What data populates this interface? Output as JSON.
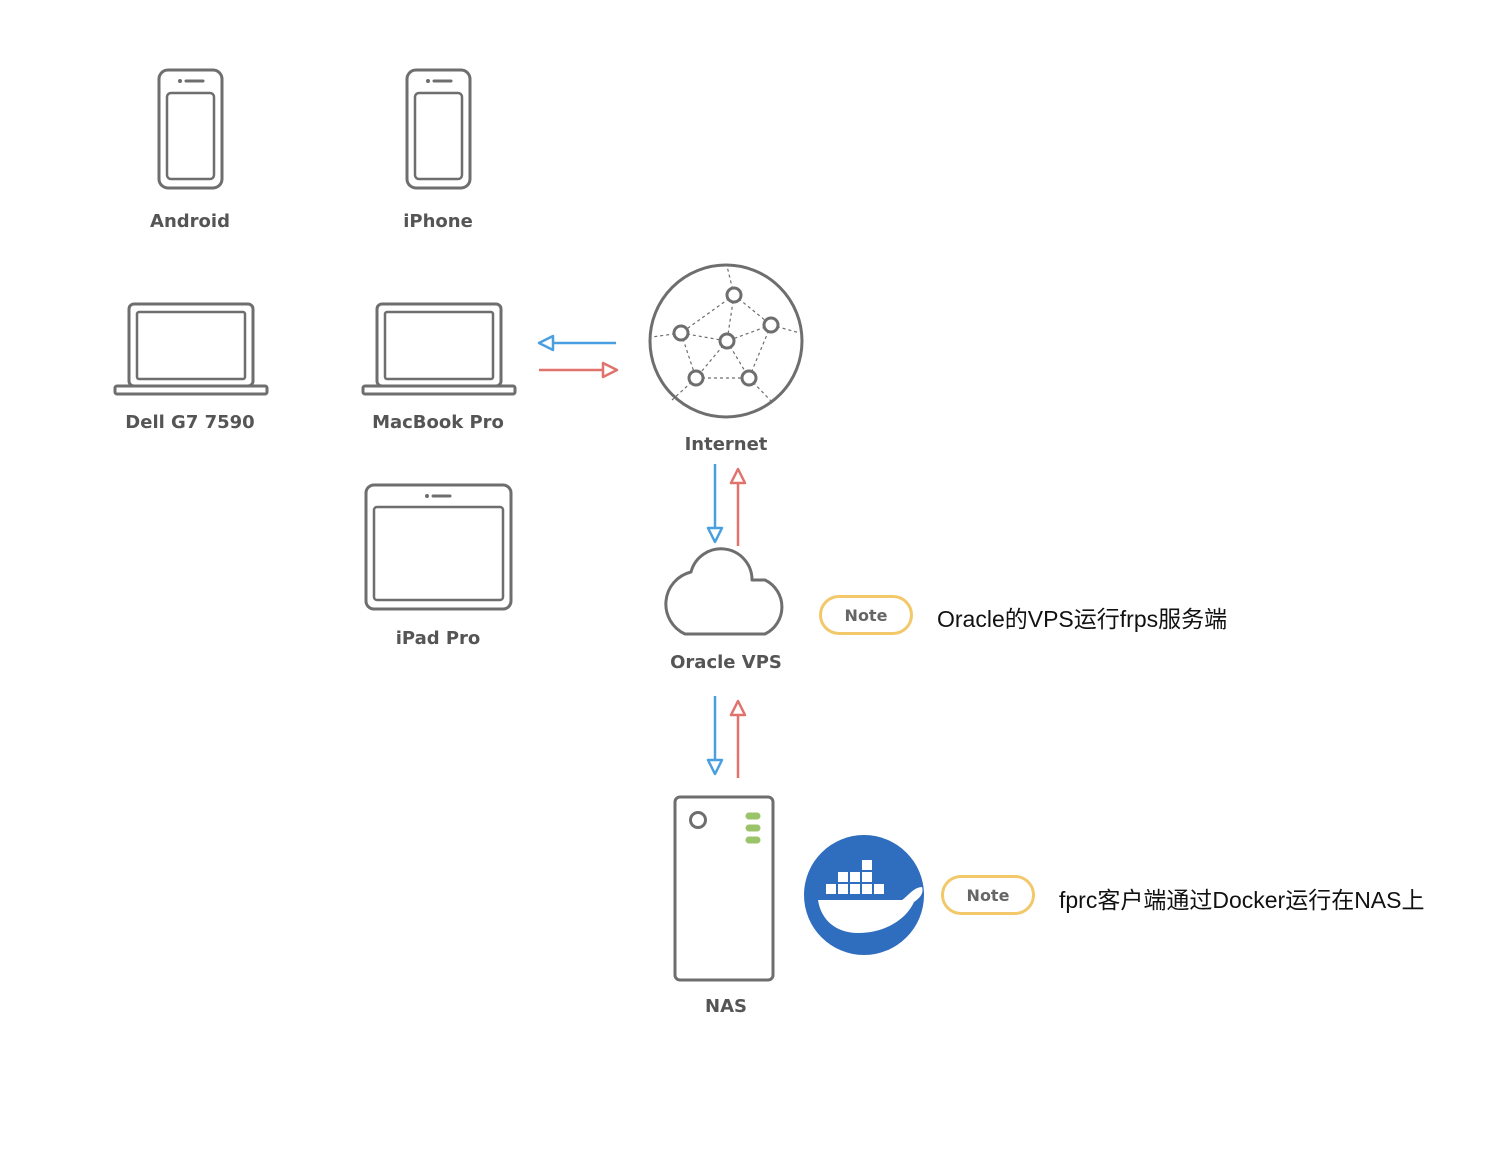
{
  "nodes": {
    "android": "Android",
    "iphone": "iPhone",
    "dell": "Dell G7 7590",
    "macbook": "MacBook Pro",
    "ipad": "iPad Pro",
    "internet": "Internet",
    "vps": "Oracle VPS",
    "nas": "NAS"
  },
  "notes": [
    {
      "badge": "Note",
      "text": "Oracle的VPS运行frps服务端"
    },
    {
      "badge": "Note",
      "text": "fprc客户端通过Docker运行在NAS上"
    }
  ],
  "icons": {
    "phone_android": "smartphone-icon",
    "phone_iphone": "smartphone-icon",
    "laptop_dell": "laptop-icon",
    "laptop_macbook": "laptop-icon",
    "tablet_ipad": "tablet-icon",
    "internet": "network-globe-icon",
    "vps": "cloud-icon",
    "nas": "nas-server-icon",
    "docker": "docker-whale-icon"
  },
  "colors": {
    "outline": "#6e6e6e",
    "arrow_in": "#4a9fe0",
    "arrow_out": "#e0736b",
    "note_border": "#f2c86a",
    "docker_blue": "#2f6dbe",
    "nas_led": "#9bc36a"
  }
}
